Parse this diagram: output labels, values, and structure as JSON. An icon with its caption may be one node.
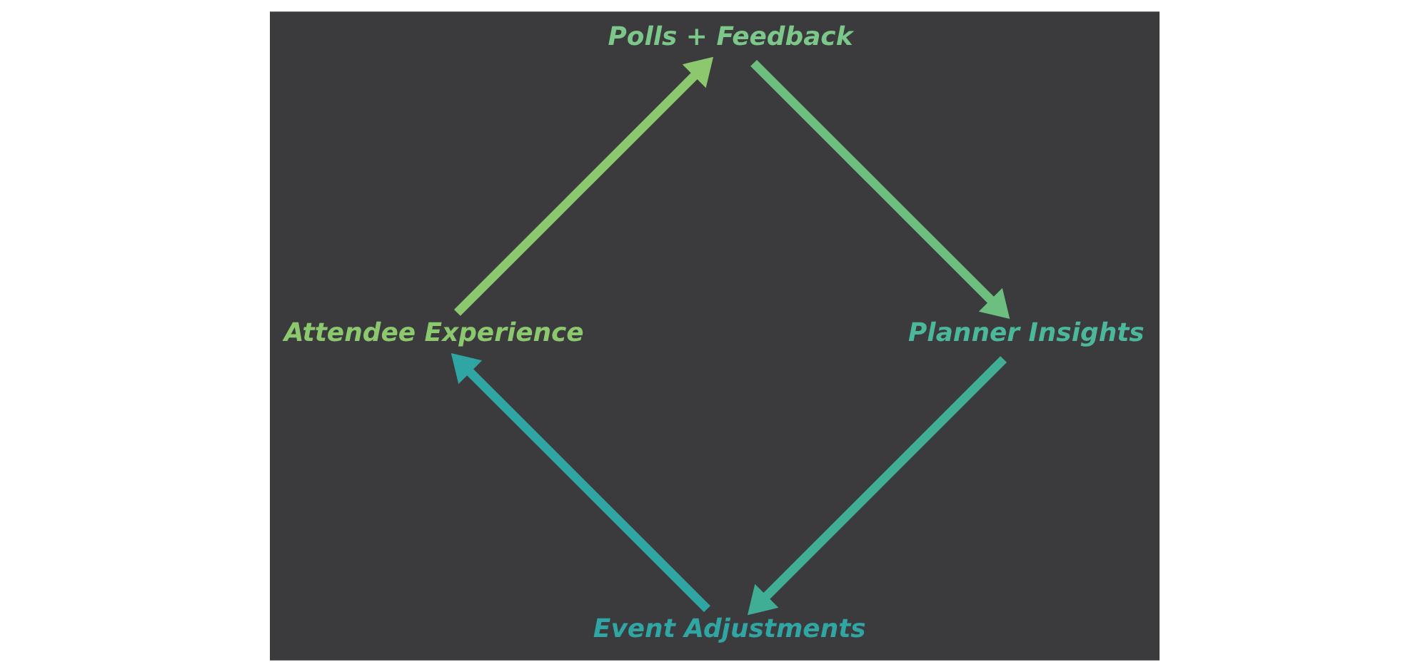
{
  "diagram": {
    "nodes": [
      {
        "text": [
          "Event Adjustments"
        ]
      },
      {
        "text": [
          "Attendee Experience"
        ]
      },
      {
        "text": [
          "Polls + Feedback"
        ]
      },
      {
        "text": [
          "Planner Insights"
        ]
      }
    ],
    "edges": [
      {
        "from": 0,
        "to": 1,
        "arrow": "to",
        "color": "#2fa6a4"
      },
      {
        "from": 1,
        "to": 2,
        "arrow": "to",
        "color": "#8cc96e"
      },
      {
        "from": 2,
        "to": 3,
        "arrow": "to",
        "color": "#6cbf7e"
      },
      {
        "from": 3,
        "to": 0,
        "arrow": "to",
        "color": "#3fae95"
      }
    ]
  }
}
